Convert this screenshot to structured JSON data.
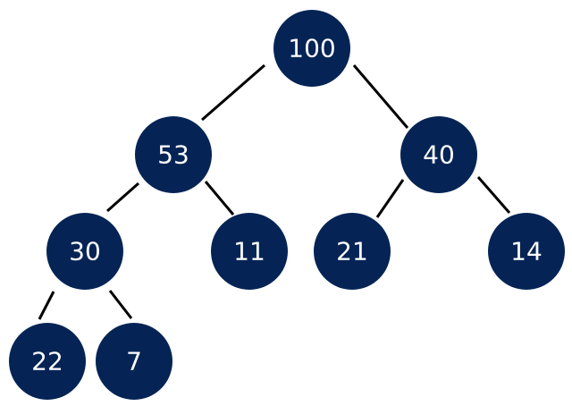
{
  "diagram": {
    "type": "binary-tree",
    "node_color": "#052455",
    "label_color": "#ffffff",
    "edge_color": "#000000",
    "root": "n100",
    "nodes": [
      {
        "id": "n100",
        "label": "100",
        "parent": null
      },
      {
        "id": "n53",
        "label": "53",
        "parent": "n100"
      },
      {
        "id": "n40",
        "label": "40",
        "parent": "n100"
      },
      {
        "id": "n30",
        "label": "30",
        "parent": "n53"
      },
      {
        "id": "n11",
        "label": "11",
        "parent": "n53"
      },
      {
        "id": "n21",
        "label": "21",
        "parent": "n40"
      },
      {
        "id": "n14",
        "label": "14",
        "parent": "n40"
      },
      {
        "id": "n22",
        "label": "22",
        "parent": "n30"
      },
      {
        "id": "n7",
        "label": "7",
        "parent": "n30"
      }
    ]
  }
}
